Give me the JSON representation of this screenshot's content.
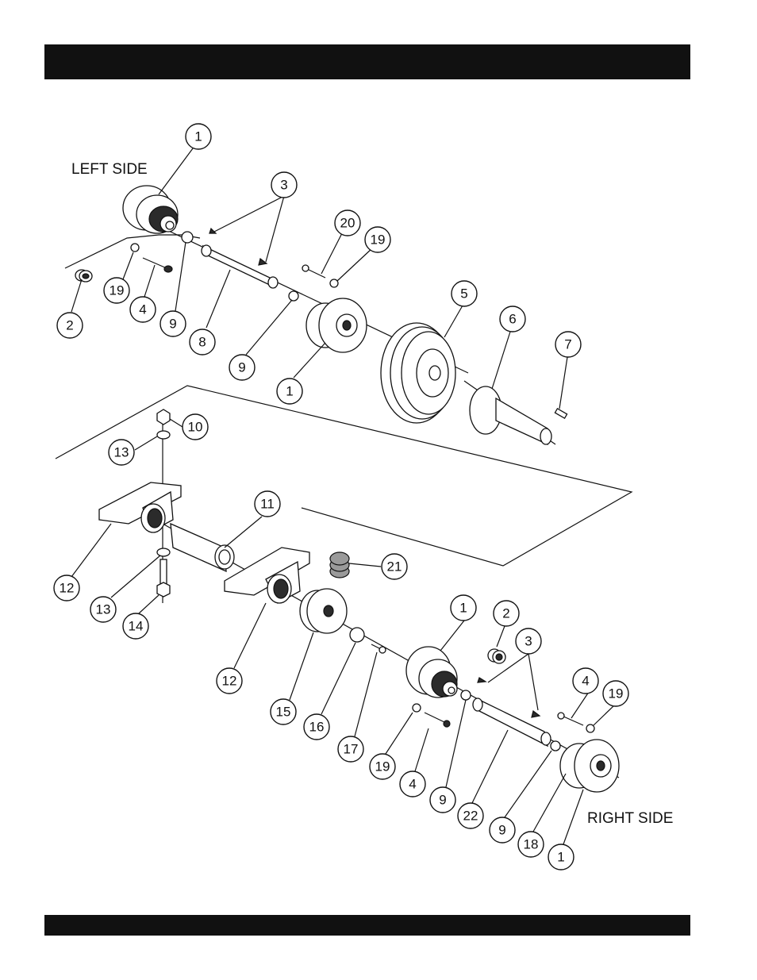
{
  "header_bar": {
    "text": ""
  },
  "footer_bar": {
    "text": ""
  },
  "labels": {
    "left_side": "LEFT SIDE",
    "right_side": "RIGHT SIDE"
  },
  "callouts": [
    {
      "id": "c1a",
      "n": "1"
    },
    {
      "id": "c3a",
      "n": "3"
    },
    {
      "id": "c20",
      "n": "20"
    },
    {
      "id": "c19a",
      "n": "19"
    },
    {
      "id": "c19b",
      "n": "19"
    },
    {
      "id": "c2a",
      "n": "2"
    },
    {
      "id": "c4a",
      "n": "4"
    },
    {
      "id": "c9a",
      "n": "9"
    },
    {
      "id": "c8",
      "n": "8"
    },
    {
      "id": "c9b",
      "n": "9"
    },
    {
      "id": "c1b",
      "n": "1"
    },
    {
      "id": "c5",
      "n": "5"
    },
    {
      "id": "c6",
      "n": "6"
    },
    {
      "id": "c7",
      "n": "7"
    },
    {
      "id": "c10",
      "n": "10"
    },
    {
      "id": "c13a",
      "n": "13"
    },
    {
      "id": "c11",
      "n": "11"
    },
    {
      "id": "c12a",
      "n": "12"
    },
    {
      "id": "c13b",
      "n": "13"
    },
    {
      "id": "c14",
      "n": "14"
    },
    {
      "id": "c21",
      "n": "21"
    },
    {
      "id": "c12b",
      "n": "12"
    },
    {
      "id": "c15",
      "n": "15"
    },
    {
      "id": "c16",
      "n": "16"
    },
    {
      "id": "c17",
      "n": "17"
    },
    {
      "id": "c1c",
      "n": "1"
    },
    {
      "id": "c2b",
      "n": "2"
    },
    {
      "id": "c3b",
      "n": "3"
    },
    {
      "id": "c4b",
      "n": "4"
    },
    {
      "id": "c19c",
      "n": "19"
    },
    {
      "id": "c19d",
      "n": "19"
    },
    {
      "id": "c4c",
      "n": "4"
    },
    {
      "id": "c9c",
      "n": "9"
    },
    {
      "id": "c22",
      "n": "22"
    },
    {
      "id": "c9d",
      "n": "9"
    },
    {
      "id": "c18",
      "n": "18"
    },
    {
      "id": "c1d",
      "n": "1"
    }
  ]
}
